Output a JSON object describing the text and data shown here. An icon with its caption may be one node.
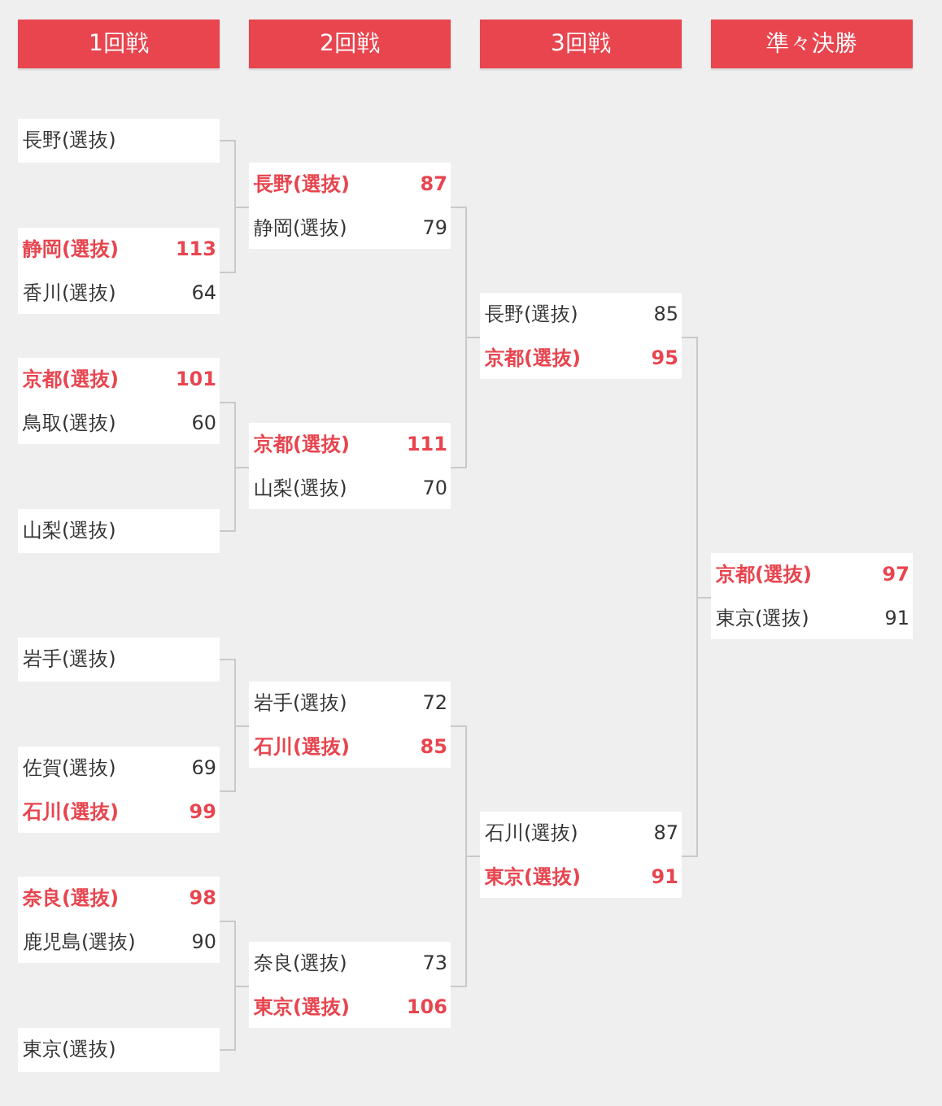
{
  "diagram": {
    "nodes": [
      {
        "text": [
          "1回戦"
        ]
      },
      {
        "text": [
          "2回戦"
        ]
      },
      {
        "text": [
          "3回戦"
        ]
      },
      {
        "text": [
          "準々決勝"
        ]
      },
      {
        "text": [
          "長野(選抜)"
        ]
      },
      {
        "text": [
          "静岡(選抜)",
          "113",
          "香川(選抜)",
          "64"
        ]
      },
      {
        "text": [
          "京都(選抜)",
          "101",
          "鳥取(選抜)",
          "60"
        ]
      },
      {
        "text": [
          "山梨(選抜)"
        ]
      },
      {
        "text": [
          "岩手(選抜)"
        ]
      },
      {
        "text": [
          "佐賀(選抜)",
          "69",
          "石川(選抜)",
          "99"
        ]
      },
      {
        "text": [
          "奈良(選抜)",
          "98",
          "鹿児島(選抜)",
          "90"
        ]
      },
      {
        "text": [
          "東京(選抜)"
        ]
      },
      {
        "text": [
          "長野(選抜)",
          "87",
          "静岡(選抜)",
          "79"
        ]
      },
      {
        "text": [
          "京都(選抜)",
          "111",
          "山梨(選抜)",
          "70"
        ]
      },
      {
        "text": [
          "岩手(選抜)",
          "72",
          "石川(選抜)",
          "85"
        ]
      },
      {
        "text": [
          "奈良(選抜)",
          "73",
          "東京(選抜)",
          "106"
        ]
      },
      {
        "text": [
          "長野(選抜)",
          "85",
          "京都(選抜)",
          "95"
        ]
      },
      {
        "text": [
          "石川(選抜)",
          "87",
          "東京(選抜)",
          "91"
        ]
      },
      {
        "text": [
          "京都(選抜)",
          "97",
          "東京(選抜)",
          "91"
        ]
      }
    ],
    "edges": [
      {
        "from": 4,
        "to": 12,
        "arrow": "none"
      },
      {
        "from": 5,
        "to": 12,
        "arrow": "none"
      },
      {
        "from": 6,
        "to": 13,
        "arrow": "none"
      },
      {
        "from": 7,
        "to": 13,
        "arrow": "none"
      },
      {
        "from": 8,
        "to": 14,
        "arrow": "none"
      },
      {
        "from": 9,
        "to": 14,
        "arrow": "none"
      },
      {
        "from": 10,
        "to": 15,
        "arrow": "none"
      },
      {
        "from": 11,
        "to": 15,
        "arrow": "none"
      },
      {
        "from": 12,
        "to": 16,
        "arrow": "none"
      },
      {
        "from": 13,
        "to": 16,
        "arrow": "none"
      },
      {
        "from": 14,
        "to": 17,
        "arrow": "none"
      },
      {
        "from": 15,
        "to": 17,
        "arrow": "none"
      },
      {
        "from": 16,
        "to": 18,
        "arrow": "none"
      },
      {
        "from": 17,
        "to": 18,
        "arrow": "none"
      }
    ]
  }
}
